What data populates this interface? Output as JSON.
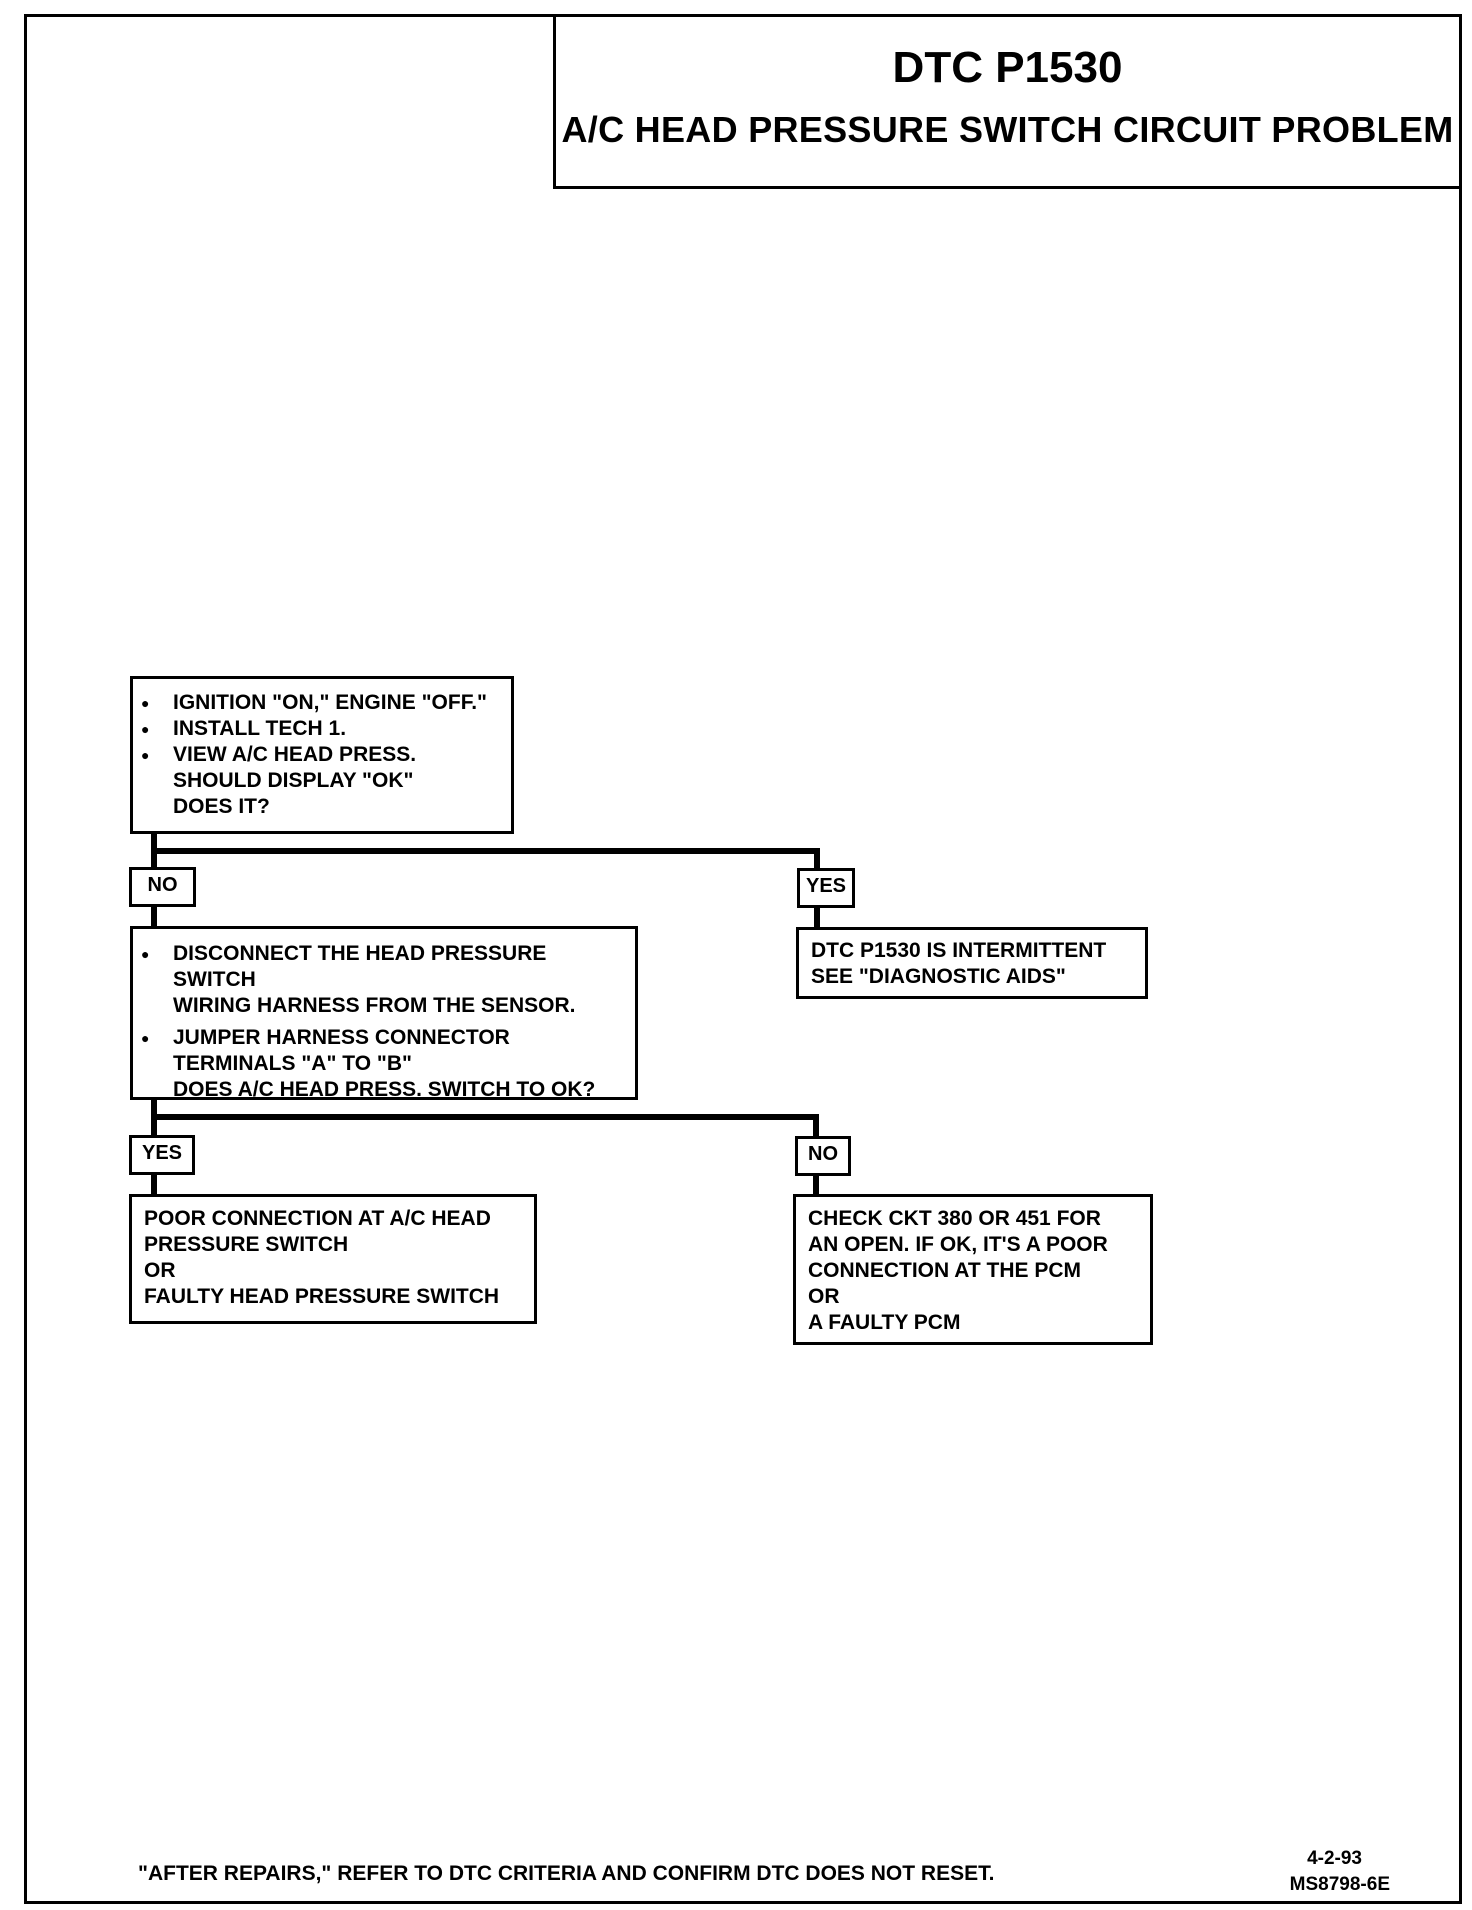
{
  "header": {
    "code": "DTC P1530",
    "title": "A/C HEAD PRESSURE SWITCH CIRCUIT PROBLEM"
  },
  "steps": {
    "step1": {
      "lines": [
        [
          "IGNITION \"ON,\" ENGINE \"OFF.\""
        ],
        [
          "INSTALL TECH 1."
        ],
        [
          "VIEW A/C HEAD PRESS.",
          "SHOULD DISPLAY \"OK\"",
          "DOES IT?"
        ]
      ]
    },
    "step1_no_label": "NO",
    "step1_yes_label": "YES",
    "step1_yes_result": [
      "DTC P1530 IS INTERMITTENT",
      "SEE \"DIAGNOSTIC AIDS\""
    ],
    "step2": {
      "lines": [
        [
          "DISCONNECT THE HEAD PRESSURE SWITCH",
          "WIRING HARNESS FROM THE SENSOR."
        ],
        [
          "JUMPER HARNESS CONNECTOR",
          "TERMINALS \"A\" TO \"B\"",
          "DOES A/C HEAD PRESS. SWITCH TO OK?"
        ]
      ]
    },
    "step2_yes_label": "YES",
    "step2_no_label": "NO",
    "step2_yes_result": [
      "POOR CONNECTION AT A/C HEAD",
      "PRESSURE SWITCH",
      "OR",
      "FAULTY HEAD PRESSURE SWITCH"
    ],
    "step2_no_result": [
      "CHECK CKT 380 OR 451 FOR",
      "AN OPEN. IF OK, IT'S A POOR",
      "CONNECTION AT THE PCM",
      "OR",
      "A FAULTY PCM"
    ]
  },
  "footer": {
    "note": "\"AFTER REPAIRS,\" REFER TO DTC CRITERIA AND CONFIRM DTC DOES NOT RESET.",
    "date": "4-2-93",
    "code": "MS8798-6E"
  }
}
